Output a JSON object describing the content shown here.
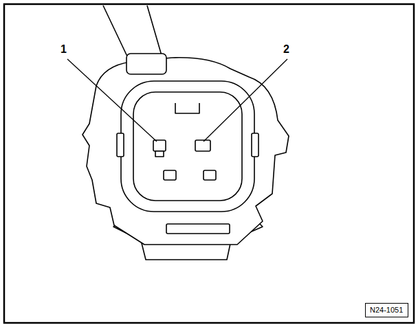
{
  "diagram": {
    "nodes": [
      {
        "text": [
          "N24-1051"
        ]
      }
    ],
    "labels": [
      "1",
      "2"
    ]
  }
}
